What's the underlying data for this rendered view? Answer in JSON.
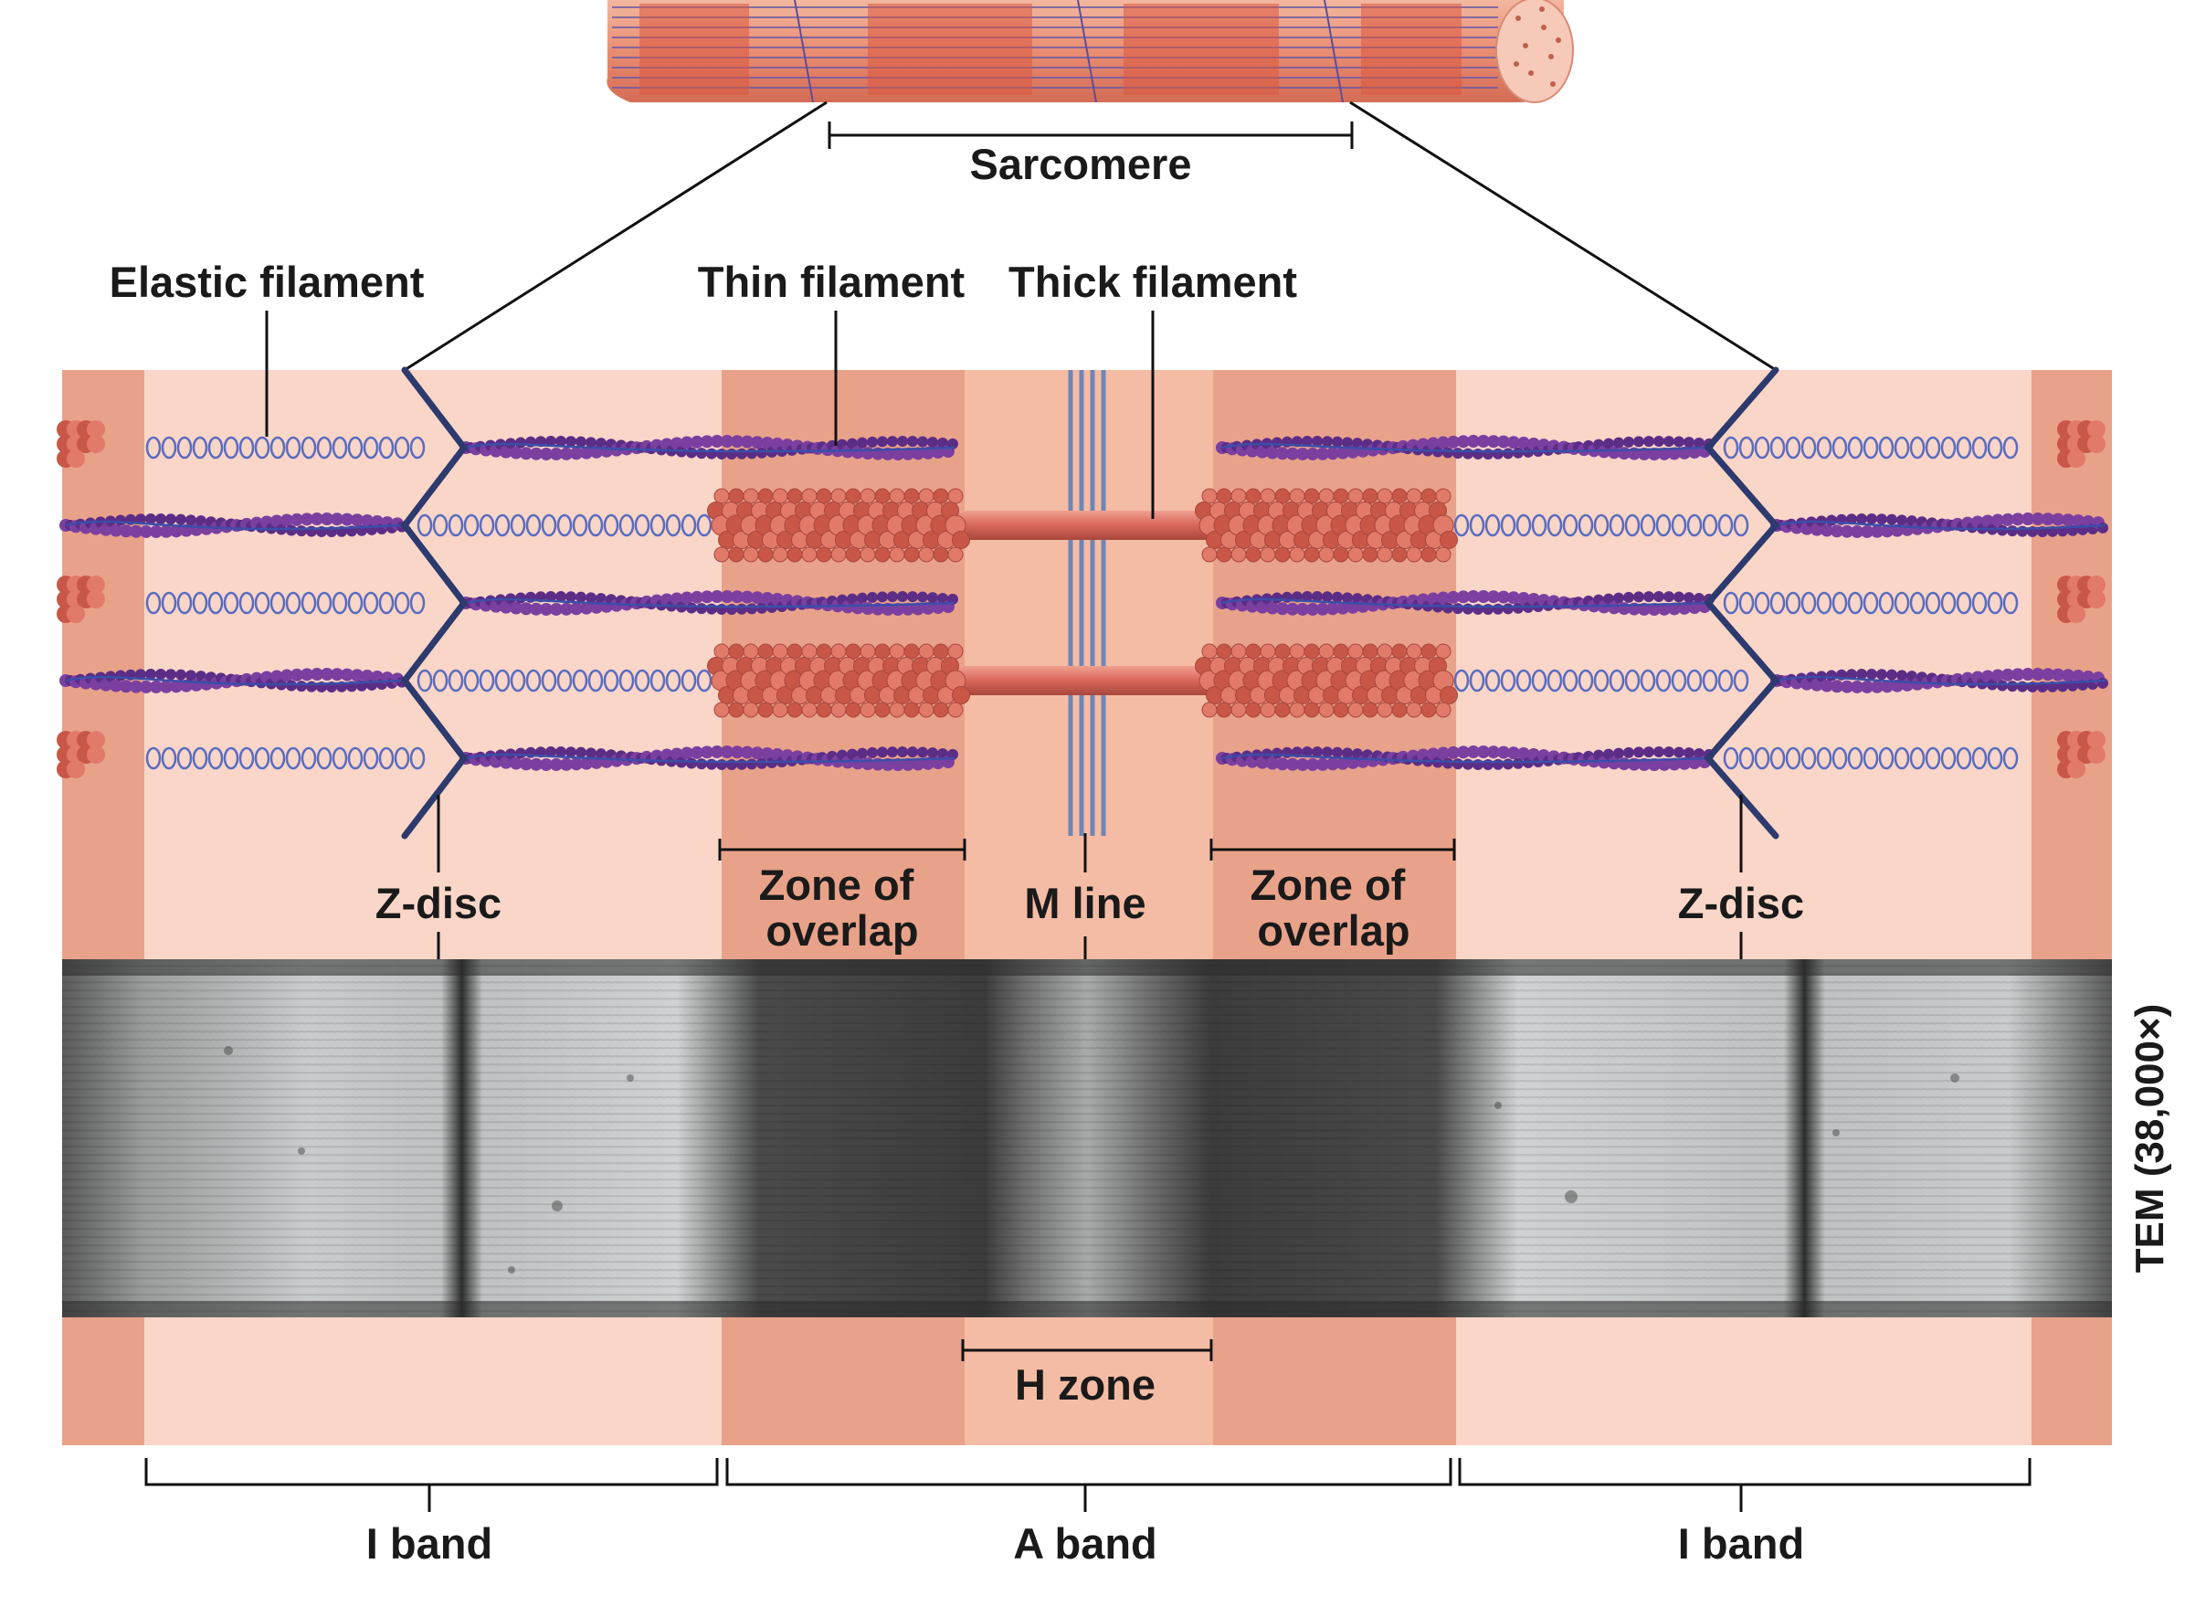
{
  "labels": {
    "sarcomere": "Sarcomere",
    "elastic_filament": "Elastic filament",
    "thin_filament": "Thin filament",
    "thick_filament": "Thick filament",
    "z_disc_left": "Z-disc",
    "z_disc_right": "Z-disc",
    "zone_overlap_left": [
      "Zone of",
      "overlap"
    ],
    "zone_overlap_right": [
      "Zone of",
      "overlap"
    ],
    "m_line": "M line",
    "h_zone": "H zone",
    "i_band_left": "I band",
    "a_band": "A band",
    "i_band_right": "I band",
    "tem": "TEM (38,000×)"
  },
  "colors": {
    "i_band": "#f9d6c8",
    "a_band_overlap": "#e9a28a",
    "h_zone": "#f4bca5",
    "z_line": "#2c3a6e",
    "thick_filament": "#d8675a",
    "thin_filament": "#7b3fa0",
    "elastic_filament": "#5a6cc0",
    "tem_dark": "#3a3a3a",
    "tem_light": "#d9dcdc"
  }
}
